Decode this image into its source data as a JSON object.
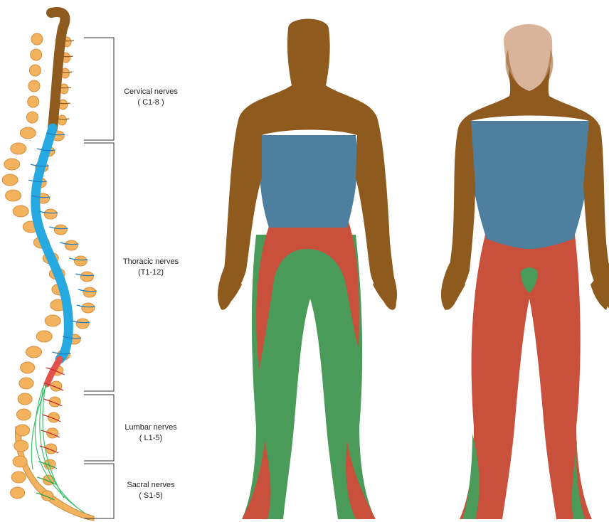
{
  "labels": {
    "cervical": {
      "name": "Cervical nerves",
      "range": "( C1-8 )"
    },
    "thoracic": {
      "name": "Thoracic nerves",
      "range": "(T1-12)"
    },
    "lumbar": {
      "name": "Lumbar nerves",
      "range": "( L1-5)"
    },
    "sacral": {
      "name": "Sacral nerves",
      "range": "( S1-5)"
    }
  },
  "colors": {
    "cervical": "#8f5a1e",
    "thoracic": "#4f7f9e",
    "lumbar": "#c9503b",
    "sacral": "#4a9a5a",
    "skin": "#d9b49a",
    "vertebra": "#f2b25e",
    "cord": "#26a8e0"
  }
}
